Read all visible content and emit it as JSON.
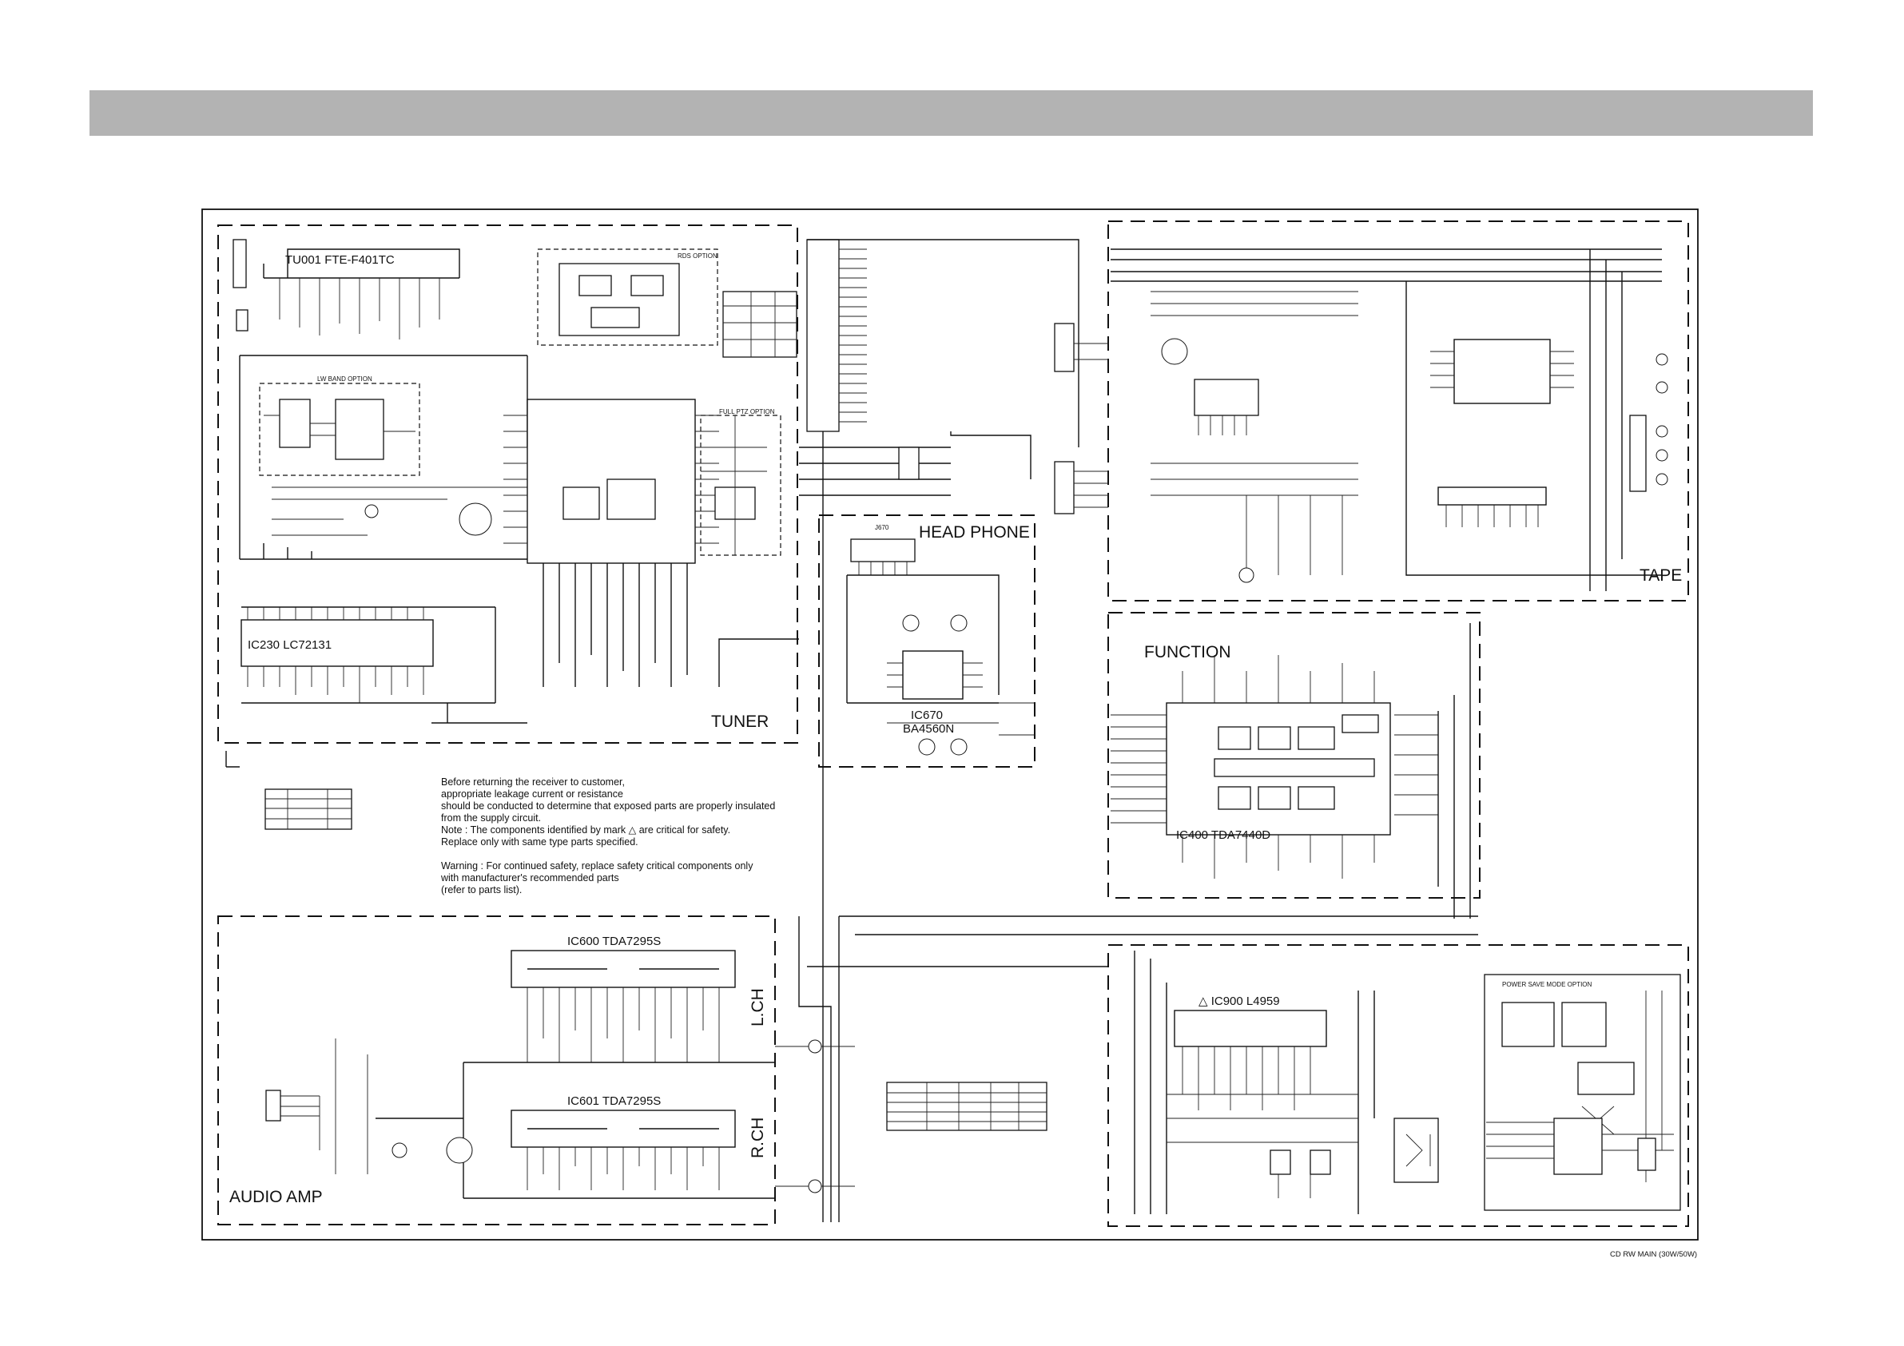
{
  "sections": {
    "tuner": "TUNER",
    "head_phone": "HEAD PHONE",
    "tape": "TAPE",
    "function": "FUNCTION",
    "audio_amp": "AUDIO AMP",
    "lch": "L.CH",
    "rch": "R.CH"
  },
  "components": {
    "tuner_module": "TU001  FTE-F401TC",
    "ic230": "IC230   LC72131",
    "ic670_ref": "IC670",
    "ic670_part": "BA4560N",
    "j670": "J670",
    "ic400": "IC400  TDA7440D",
    "ic600": "IC600  TDA7295S",
    "ic601": "IC601  TDA7295S",
    "ic900": "△ IC900  L4959",
    "rds_option": "RDS OPTION",
    "full_ptz_option": "FULL PTZ OPTION",
    "lw_band_option": "LW BAND OPTION",
    "power_save_option": "POWER SAVE MODE OPTION"
  },
  "safety_note": [
    "Before returning the receiver to customer,",
    "appropriate leakage current or resistance",
    "should be conducted to determine that exposed parts are properly insulated",
    "from the supply circuit.",
    "Note : The components identified by mark  △  are critical for safety.",
    "Replace only with same type parts specified.",
    "",
    "Warning : For continued safety, replace safety critical components only",
    "with manufacturer's recommended parts",
    "(refer to parts list)."
  ],
  "model_caption": "CD RW MAIN (30W/50W)"
}
